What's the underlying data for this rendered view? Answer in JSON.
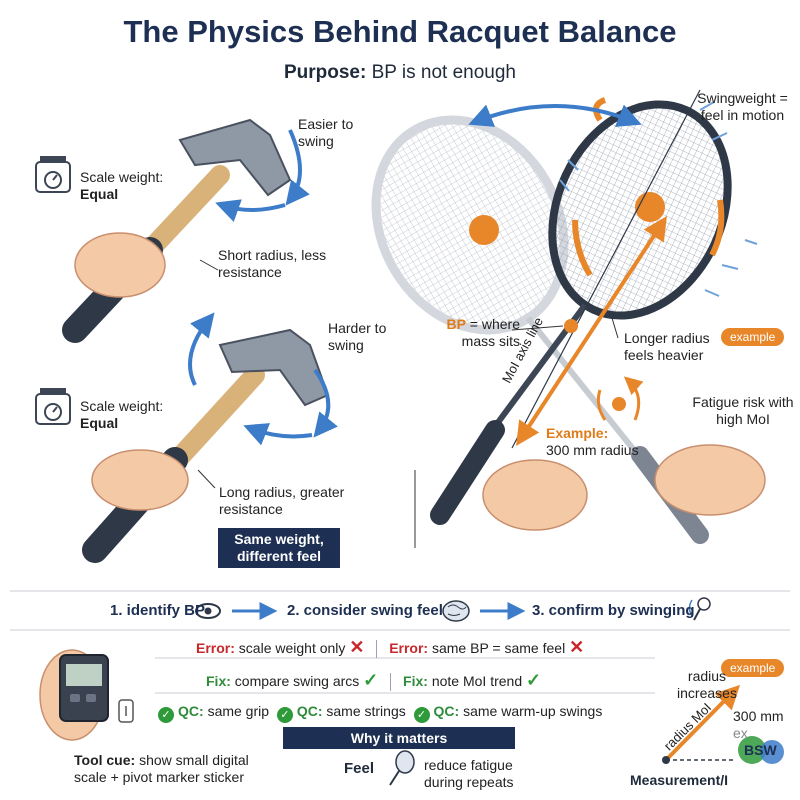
{
  "header": {
    "title": "The Physics Behind Racquet Balance",
    "subtitle_label": "Purpose:",
    "subtitle_text": "BP is not enough"
  },
  "hammers": {
    "top": {
      "swing_text": "Easier to swing",
      "scale_label": "Scale weight:",
      "scale_value": "Equal",
      "radius_text": "Short radius, less resistance"
    },
    "bottom": {
      "swing_text": "Harder to swing",
      "scale_label": "Scale weight:",
      "scale_value": "Equal",
      "radius_text": "Long radius, greater resistance"
    },
    "summary_box": "Same weight, different feel"
  },
  "racquets": {
    "swingweight_text": "Swingweight = feel in motion",
    "bp_term": "BP",
    "bp_text": "= where mass sits",
    "axis_label": "MoI axis line",
    "longer_radius_text": "Longer radius feels heavier",
    "example_pill": "example",
    "fatigue_text": "Fatigue risk with high MoI",
    "example_label": "Example:",
    "example_value": "300 mm radius"
  },
  "steps": [
    {
      "label": "1. identify BP",
      "icon": "eye-icon"
    },
    {
      "label": "2. consider swing feel",
      "icon": "brain-icon"
    },
    {
      "label": "3. confirm by swinging",
      "icon": "swing-icon"
    }
  ],
  "errors": [
    {
      "term": "Error:",
      "text": "scale weight only"
    },
    {
      "term": "Error:",
      "text": "same BP = same feel"
    }
  ],
  "fixes": [
    {
      "term": "Fix:",
      "text": "compare swing arcs"
    },
    {
      "term": "Fix:",
      "text": "note MoI trend"
    }
  ],
  "qc": [
    {
      "term": "QC:",
      "text": "same grip"
    },
    {
      "term": "QC:",
      "text": "same strings"
    },
    {
      "term": "QC:",
      "text": "same warm-up swings"
    }
  ],
  "why": {
    "header": "Why it matters",
    "feel_label": "Feel",
    "feel_text": "reduce fatigue during repeats"
  },
  "tool": {
    "label": "Tool cue:",
    "text": "show small digital scale + pivot marker sticker"
  },
  "measurement": {
    "pill": "example",
    "radius_increases": "radius increases",
    "axis_label": "radius MoI",
    "value_text": "300 mm",
    "value_text_cut": "ex",
    "footer_label": "Measurement/I",
    "logo_text": "BSW"
  },
  "colors": {
    "navy": "#1d2f52",
    "orange": "#e8862a",
    "blue_arrow": "#3d7cc9",
    "error_red": "#c8282c",
    "fix_green": "#2e9a3a"
  }
}
